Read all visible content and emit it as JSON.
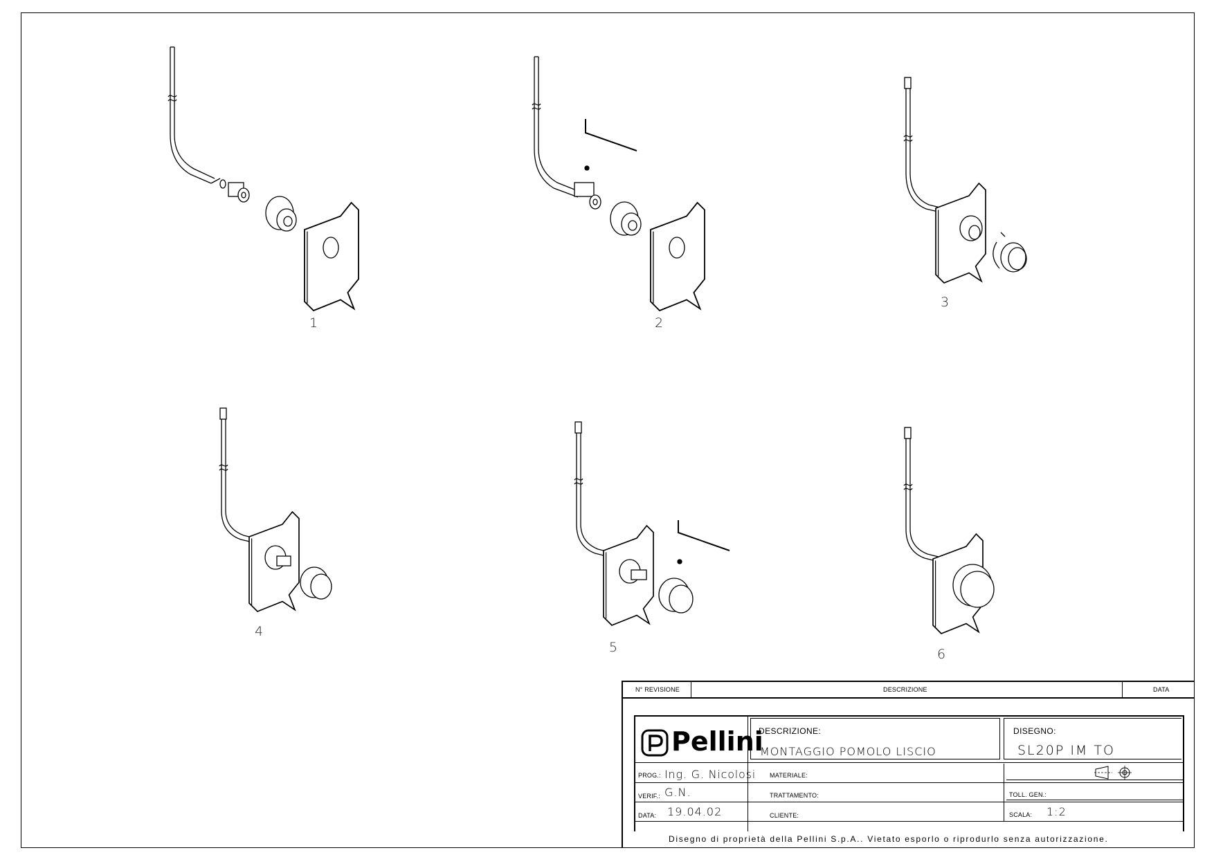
{
  "steps": [
    {
      "label": "1"
    },
    {
      "label": "2"
    },
    {
      "label": "3"
    },
    {
      "label": "4"
    },
    {
      "label": "5"
    },
    {
      "label": "6"
    }
  ],
  "revision_header": {
    "rev_label": "N° REVISIONE",
    "desc_label": "DESCRIZIONE",
    "date_label": "DATA"
  },
  "title_block": {
    "logo": "Pellini",
    "descrizione_label": "DESCRIZIONE:",
    "descrizione_value": "MONTAGGIO POMOLO LISCIO",
    "disegno_label": "DISEGNO:",
    "disegno_value": "SL20P IM TO",
    "prog_label": "PROG.:",
    "prog_value": "Ing. G. Nicolosi",
    "verif_label": "VERIF.:",
    "verif_value": "G.N.",
    "data_label": "DATA:",
    "data_value": "19.04.02",
    "materiale_label": "MATERIALE:",
    "trattamento_label": "TRATTAMENTO:",
    "cliente_label": "CLIENTE:",
    "toll_label": "TOLL. GEN.:",
    "scala_label": "SCALA:",
    "scala_value": "1:2",
    "footer": "Disegno di proprietà della Pellini S.p.A.. Vietato esporlo o riprodurlo senza autorizzazione."
  }
}
